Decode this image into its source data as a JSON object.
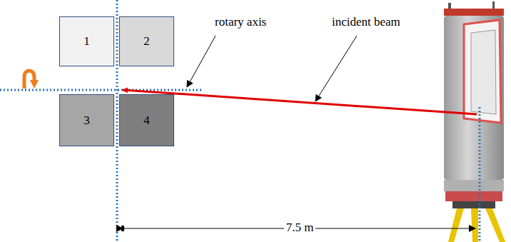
{
  "diagram": {
    "nodes": [
      {
        "text": [
          "1"
        ]
      },
      {
        "text": [
          "2"
        ]
      },
      {
        "text": [
          "3"
        ]
      },
      {
        "text": [
          "4"
        ]
      }
    ],
    "labels": [
      "rotary axis",
      "incident beam",
      "7.5 m"
    ]
  }
}
